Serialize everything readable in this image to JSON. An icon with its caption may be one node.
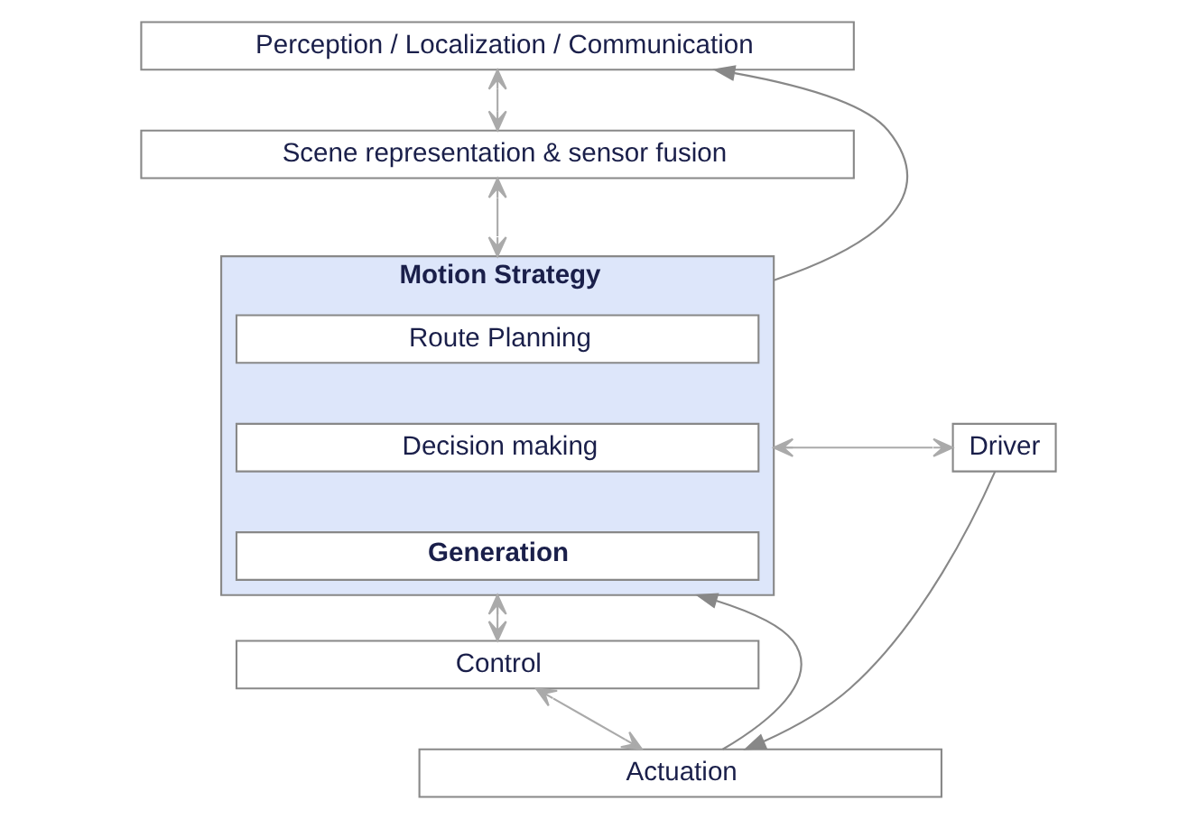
{
  "diagram": {
    "nodes": [
      {
        "text": [
          "Perception / Localization / Communication"
        ]
      },
      {
        "text": [
          "Scene representation & sensor fusion"
        ]
      },
      {
        "text": [
          "Motion Strategy"
        ]
      },
      {
        "text": [
          "Route Planning"
        ],
        "in": 2
      },
      {
        "text": [
          "Decision making"
        ],
        "in": 2
      },
      {
        "text": [
          "Generation"
        ],
        "in": 2
      },
      {
        "text": [
          "Driver"
        ]
      },
      {
        "text": [
          "Control"
        ]
      },
      {
        "text": [
          "Actuation"
        ]
      }
    ],
    "edges": [
      {
        "from": 2,
        "to": 0,
        "arrow": "to"
      },
      {
        "from": 0,
        "to": 1,
        "arrow": "both"
      },
      {
        "from": 1,
        "to": 2,
        "arrow": "both"
      },
      {
        "from": 2,
        "to": 6,
        "arrow": "both"
      },
      {
        "from": 2,
        "to": 7,
        "arrow": "both"
      },
      {
        "from": 7,
        "to": 8,
        "arrow": "both"
      },
      {
        "from": 8,
        "to": 2,
        "arrow": "to"
      },
      {
        "from": 6,
        "to": 8,
        "arrow": "to"
      }
    ]
  }
}
